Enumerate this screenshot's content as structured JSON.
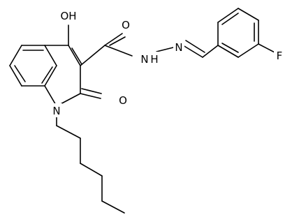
{
  "molecule": {
    "atom_labels": {
      "hydroxyl": "OH",
      "amide_oxygen": "O",
      "ring_carbonyl_oxygen": "O",
      "ring_nitrogen": "N",
      "hydrazide_nh": "N",
      "hydrazide_h": "H",
      "imine_nitrogen": "N",
      "fluorine": "F"
    },
    "colors": {
      "bond": "#000000",
      "label": "#000000",
      "background": "#ffffff"
    }
  }
}
